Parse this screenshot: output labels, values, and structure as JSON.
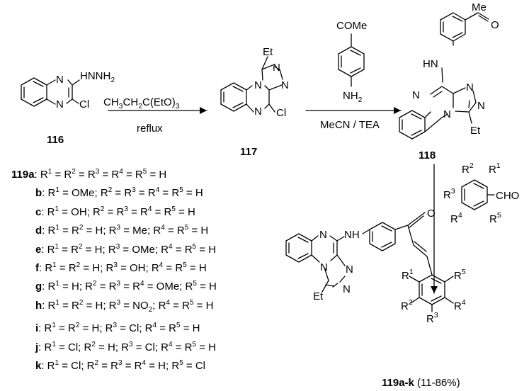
{
  "labels": {
    "c116": "116",
    "c117": "117",
    "c118": "118",
    "c119": "119a-k",
    "yield": " (11-86%)"
  },
  "atoms": {
    "N": "N",
    "NH": "NH",
    "H": "H",
    "HN": "HN",
    "Cl": "Cl",
    "Et": "Et",
    "O": "O",
    "Me": "Me",
    "R": "R",
    "CHO": "CHO"
  },
  "reagents": {
    "step1_above": "CH3CH2C(EtO)3",
    "step1_below": "reflux",
    "step2_top": "COMe",
    "step2_amine": "NH2",
    "step2_below": "MeCN / TEA",
    "hydrazine": "HNNH2"
  },
  "substituent_list": [
    {
      "label": "119a",
      "text": ": R1 = R2 = R3 = R4 = R5 = H"
    },
    {
      "label": "b",
      "text": ": R1 = OMe; R2 = R3 = R4 = R5 = H"
    },
    {
      "label": "c",
      "text": ": R1 = OH; R2 = R3 = R4 = R5 = H"
    },
    {
      "label": "d",
      "text": ": R1 = R2 = H; R3 = Me; R4 = R5 = H"
    },
    {
      "label": "e",
      "text": ": R1 = R2 = H; R3 = OMe; R4 = R5 = H"
    },
    {
      "label": "f",
      "text": ": R1 = R2 = H; R3 = OH; R4 = R5 = H"
    },
    {
      "label": "g",
      "text": ": R1 = H; R2 = R3 = R4 = OMe; R5 = H"
    },
    {
      "label": "h",
      "text": ": R1 = R2 = H; R3 = NO2; R4 = R5 = H"
    },
    {
      "label": "i",
      "text": ": R1 = R2 = H; R3 = Cl; R4 = R5 = H"
    },
    {
      "label": "j",
      "text": ": R1 = Cl; R2 = H; R3 = Cl; R4 = R5 = H"
    },
    {
      "label": "k",
      "text": ": R1 = Cl; R2 = R3 = R4 = H; R5 = Cl"
    }
  ],
  "colors": {
    "ink": "#000000",
    "background": "#ffffff"
  }
}
